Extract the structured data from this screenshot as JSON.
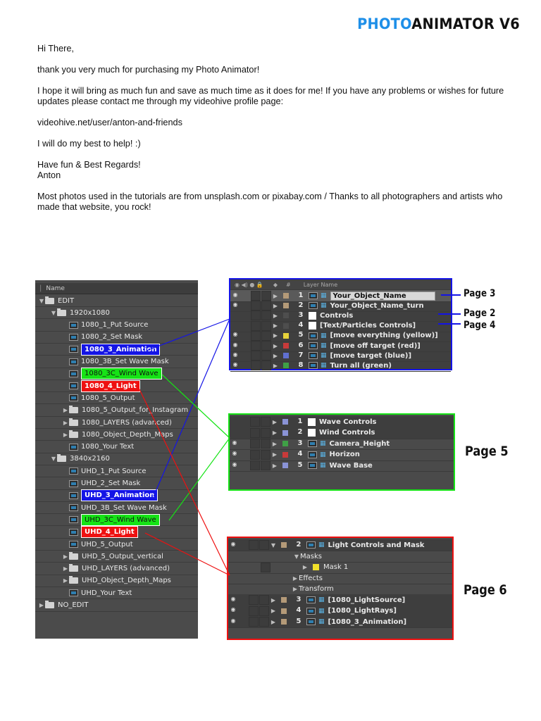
{
  "brand": {
    "part1": "PHOTO",
    "part2": "ANIMATOR V6"
  },
  "letter": {
    "greeting": "Hi There,",
    "p1": "thank you very much for purchasing my Photo Animator!",
    "p2": "I hope it will bring as much fun and save as much time as it does for me! If you have any problems or wishes for future updates please contact me through my videohive profile page:",
    "p3": "videohive.net/user/anton-and-friends",
    "p4": "I will do my best to help! :)",
    "p5a": "Have fun & Best Regards!",
    "p5b": "Anton",
    "p6": "Most photos used in the tutorials are from unsplash.com or pixabay.com / Thanks to all photographers and artists who made that website, you rock!"
  },
  "project_panel": {
    "header": "Name",
    "items": [
      {
        "label": "EDIT"
      },
      {
        "label": "1920x1080"
      },
      {
        "label": "1080_1_Put Source"
      },
      {
        "label": "1080_2_Set Mask"
      },
      {
        "label": "1080_3_Animation",
        "highlight": "#1414e6"
      },
      {
        "label": "1080_3B_Set Wave Mask"
      },
      {
        "label": "1080_3C_Wind Wave",
        "highlight": "#16e316"
      },
      {
        "label": "1080_4_Light",
        "highlight": "#ee1111"
      },
      {
        "label": "1080_5_Output"
      },
      {
        "label": "1080_5_Output_for_Instagram"
      },
      {
        "label": "1080_LAYERS (advanced)"
      },
      {
        "label": "1080_Object_Depth_Maps"
      },
      {
        "label": "1080_Your Text"
      },
      {
        "label": "3840x2160"
      },
      {
        "label": "UHD_1_Put Source"
      },
      {
        "label": "UHD_2_Set Mask"
      },
      {
        "label": "UHD_3_Animation",
        "highlight": "#1414e6"
      },
      {
        "label": "UHD_3B_Set Wave Mask"
      },
      {
        "label": "UHD_3C_Wind Wave",
        "highlight": "#16e316"
      },
      {
        "label": "UHD_4_Light",
        "highlight": "#ee1111"
      },
      {
        "label": "UHD_5_Output"
      },
      {
        "label": "UHD_5_Output_vertical"
      },
      {
        "label": "UHD_LAYERS (advanced)"
      },
      {
        "label": "UHD_Object_Depth_Maps"
      },
      {
        "label": "UHD_Your Text"
      },
      {
        "label": "NO_EDIT"
      }
    ]
  },
  "timeline1": {
    "header_col": "#",
    "header_name": "Layer Name",
    "layers": [
      {
        "num": "1",
        "name": "Your_Object_Name",
        "color": "#b49a78"
      },
      {
        "num": "2",
        "name": "Your_Object_Name_turn",
        "color": "#b49a78"
      },
      {
        "num": "3",
        "name": "Controls",
        "color": "#4e4e4e"
      },
      {
        "num": "4",
        "name": "[Text/Particles Controls]",
        "color": "#4e4e4e"
      },
      {
        "num": "5",
        "name": "[move everything (yellow)]",
        "color": "#e6d23a"
      },
      {
        "num": "6",
        "name": "[move off target (red)]",
        "color": "#c83a3a"
      },
      {
        "num": "7",
        "name": "[move target (blue)]",
        "color": "#6070d0"
      },
      {
        "num": "8",
        "name": "Turn all (green)",
        "color": "#3fa046"
      }
    ]
  },
  "timeline2": {
    "layers": [
      {
        "num": "1",
        "name": "Wave Controls",
        "color": "#8a93d6"
      },
      {
        "num": "2",
        "name": "Wind Controls",
        "color": "#8a93d6"
      },
      {
        "num": "3",
        "name": "Camera_Height",
        "color": "#3fa046"
      },
      {
        "num": "4",
        "name": "Horizon",
        "color": "#c83a3a"
      },
      {
        "num": "5",
        "name": "Wave Base",
        "color": "#8a93d6"
      }
    ]
  },
  "timeline3": {
    "layers": [
      {
        "num": "2",
        "name": "Light Controls and Mask"
      },
      {
        "name": "Masks"
      },
      {
        "name": "Mask 1"
      },
      {
        "name": "Effects"
      },
      {
        "name": "Transform"
      },
      {
        "num": "3",
        "name": "[1080_LightSource]"
      },
      {
        "num": "4",
        "name": "[1080_LightRays]"
      },
      {
        "num": "5",
        "name": "[1080_3_Animation]"
      }
    ]
  },
  "page_labels": {
    "page3": "Page 3",
    "page2": "Page 2",
    "page4": "Page 4",
    "page5": "Page 5",
    "page6": "Page 6"
  },
  "colors": {
    "blue": "#1414e6",
    "green": "#16e316",
    "red": "#ee1111",
    "brand_blue": "#1e8fe8"
  }
}
